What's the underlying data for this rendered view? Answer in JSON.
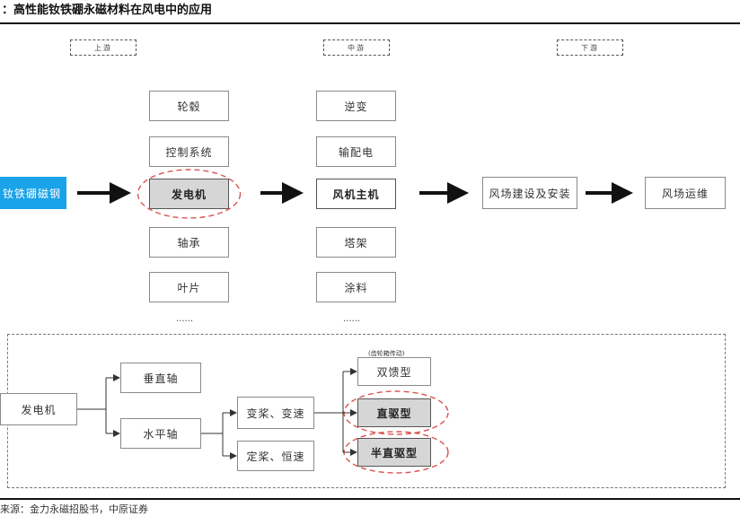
{
  "title": "：高性能钕铁硼永磁材料在风电中的应用",
  "source": "来源：金力永磁招股书，中原证券",
  "stages": {
    "upstream": "上游",
    "midstream": "中游",
    "downstream": "下游"
  },
  "raw_material": "钕铁硼磁钢",
  "components": [
    "轮毂",
    "控制系统",
    "发电机",
    "轴承",
    "叶片"
  ],
  "components_more": "......",
  "assembly": [
    "逆变",
    "输配电",
    "风机主机",
    "塔架",
    "涂料"
  ],
  "assembly_more": "......",
  "downstream_steps": [
    "风场建设及安装",
    "风场运维"
  ],
  "generator_tree": {
    "root": "发电机",
    "axis_types": [
      "垂直轴",
      "水平轴"
    ],
    "speed_types": [
      "变桨、变速",
      "定桨、恒速"
    ],
    "gear_note": "(齿轮箱传动)",
    "drive_types": [
      "双馈型",
      "直驱型",
      "半直驱型"
    ]
  },
  "colors": {
    "highlight_circle": "#d9534f",
    "raw_material_fill": "#1aa3e8"
  }
}
